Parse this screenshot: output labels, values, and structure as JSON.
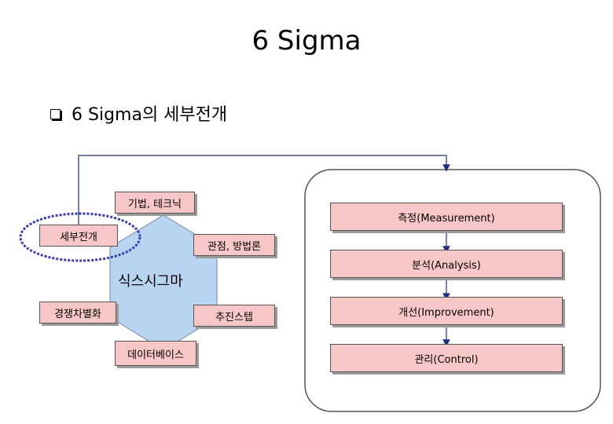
{
  "title": "6 Sigma",
  "subtitle": "6 Sigma의 세부전개",
  "hexagon": {
    "center_label": "식스시그마"
  },
  "boxes": {
    "top": "기법, 테크닉",
    "left_upper": "세부전개",
    "right_upper": "관점, 방법론",
    "left_lower": "경쟁차별화",
    "right_lower": "추진스텝",
    "bottom": "데이터베이스"
  },
  "steps": [
    {
      "label": "측정(Measurement)"
    },
    {
      "label": "분석(Analysis)"
    },
    {
      "label": "개선(Improvement)"
    },
    {
      "label": "관리(Control)"
    }
  ],
  "colors": {
    "box_fill": "#f7c7c7",
    "hexagon_fill": "#b8d4f0",
    "highlight_ellipse": "#3b3bb0",
    "arrow": "#1f2f7a"
  }
}
